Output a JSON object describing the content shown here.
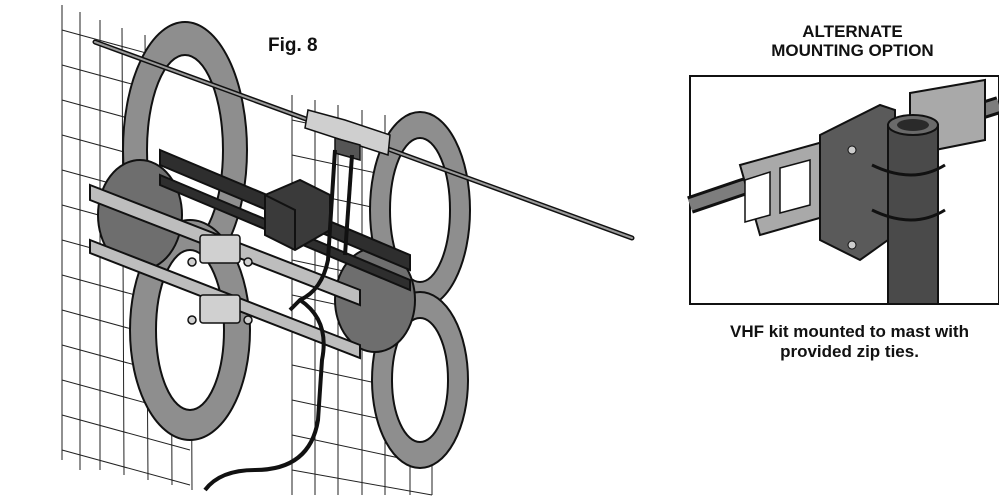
{
  "figure": {
    "label": "Fig. 8"
  },
  "inset": {
    "title": "ALTERNATE\nMOUNTING OPTION",
    "caption": "VHF kit mounted to mast with\nprovided zip ties."
  },
  "colors": {
    "ink": "#111111",
    "fill": "#8a8a8a",
    "dark": "#3c3c3c"
  }
}
